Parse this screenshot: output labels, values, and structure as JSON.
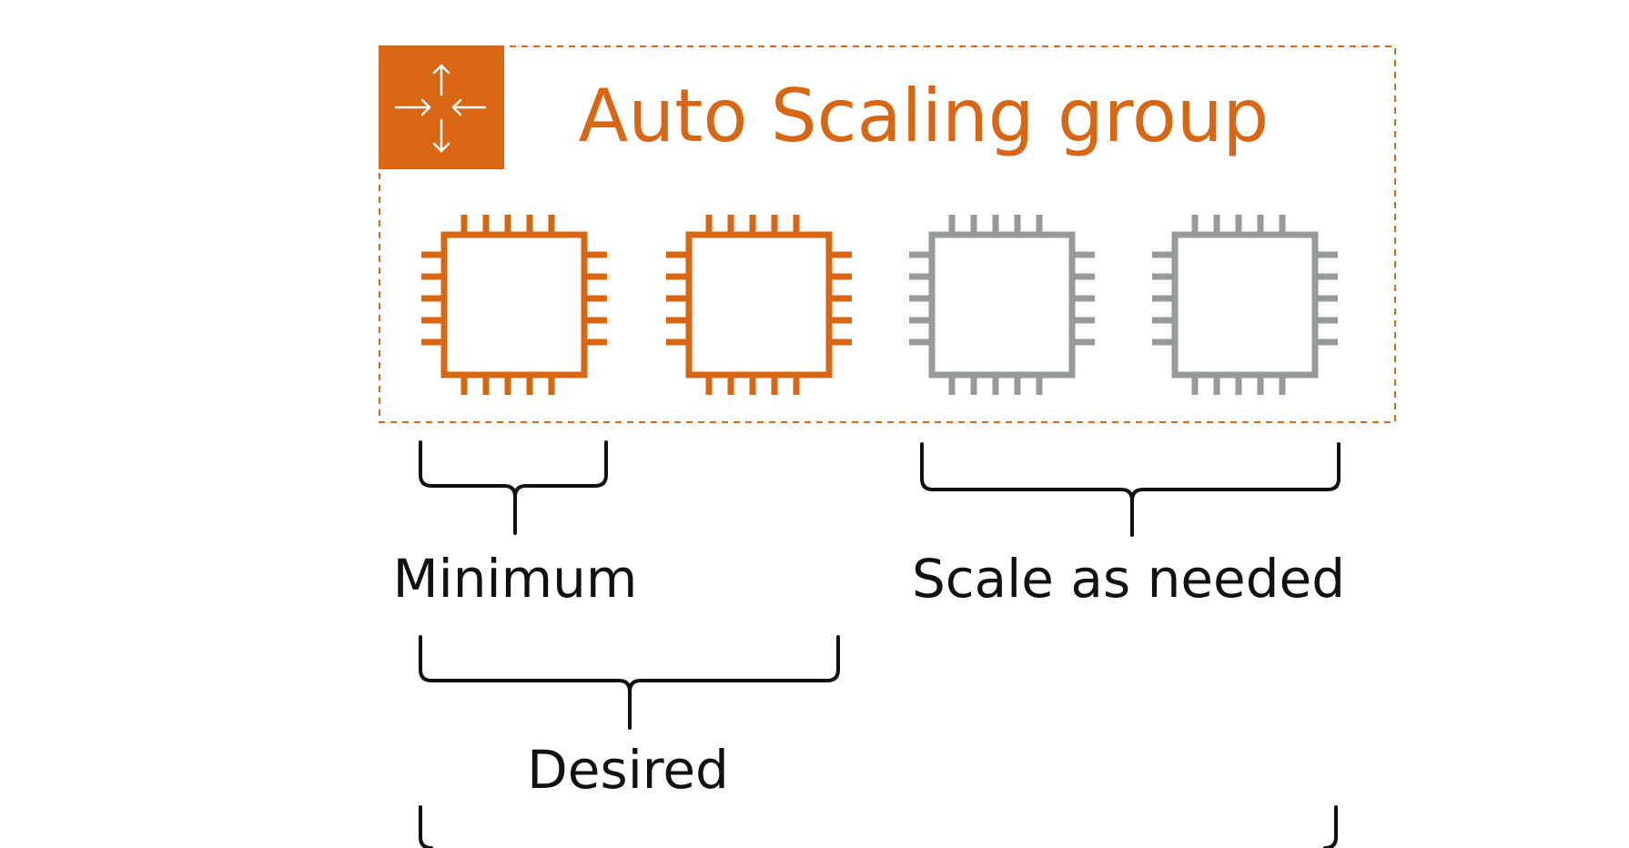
{
  "group": {
    "title": "Auto Scaling group",
    "icon": "auto-scaling-arrows-icon",
    "accent_color": "#D86613",
    "border_style": "dashed"
  },
  "instances": [
    {
      "icon": "ec2-instance-chip-icon",
      "state": "running",
      "color": "#D86613"
    },
    {
      "icon": "ec2-instance-chip-icon",
      "state": "running",
      "color": "#D86613"
    },
    {
      "icon": "ec2-instance-chip-icon",
      "state": "potential",
      "color": "#979A9A"
    },
    {
      "icon": "ec2-instance-chip-icon",
      "state": "potential",
      "color": "#979A9A"
    }
  ],
  "labels": {
    "minimum": "Minimum",
    "scale": "Scale as needed",
    "desired": "Desired"
  },
  "colors": {
    "bracket": "#111111",
    "text": "#111111",
    "inactive": "#979A9A"
  }
}
